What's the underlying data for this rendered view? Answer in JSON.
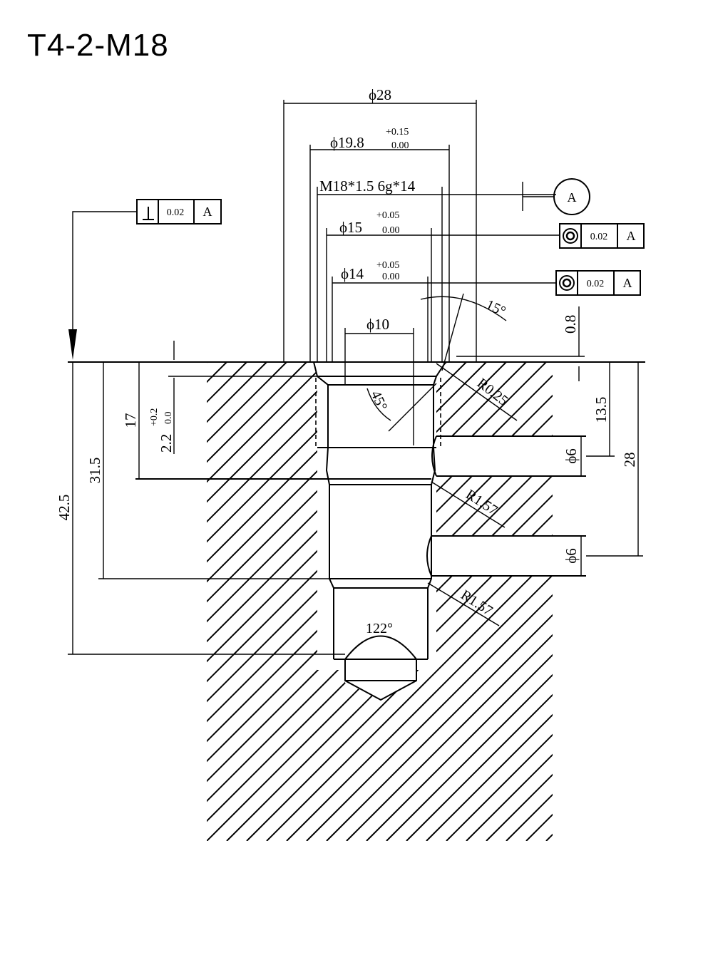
{
  "title": "T4-2-M18",
  "dimensions": {
    "d28": "ϕ28",
    "d19_8": "ϕ19.8",
    "d19_8_tol_upper": "+0.15",
    "d19_8_tol_lower": "0.00",
    "thread": "M18*1.5 6g*14",
    "d15": "ϕ15",
    "d15_tol_upper": "+0.05",
    "d15_tol_lower": "0.00",
    "d14": "ϕ14",
    "d14_tol_upper": "+0.05",
    "d14_tol_lower": "0.00",
    "d10": "ϕ10",
    "angle_15": "15°",
    "angle_45": "45°",
    "angle_122": "122°",
    "depth_0_8": "0.8",
    "depth_17": "17",
    "depth_2_2": "2.2",
    "depth_2_2_tol_upper": "+0.2",
    "depth_2_2_tol_lower": "0.0",
    "depth_31_5": "31.5",
    "depth_42_5": "42.5",
    "depth_13_5": "13.5",
    "depth_28": "28",
    "port_d6_upper": "ϕ6",
    "port_d6_lower": "ϕ6",
    "radius_0_25": "R0.25",
    "radius_1_57_upper": "R1.57",
    "radius_1_57_lower": "R1.57"
  },
  "datum": {
    "label": "A"
  },
  "tolerance_frames": [
    {
      "symbol": "perpendicularity-icon",
      "value": "0.02",
      "datum": "A"
    },
    {
      "symbol": "concentricity-icon",
      "value": "0.02",
      "datum": "A"
    },
    {
      "symbol": "concentricity-icon",
      "value": "0.02",
      "datum": "A"
    }
  ]
}
